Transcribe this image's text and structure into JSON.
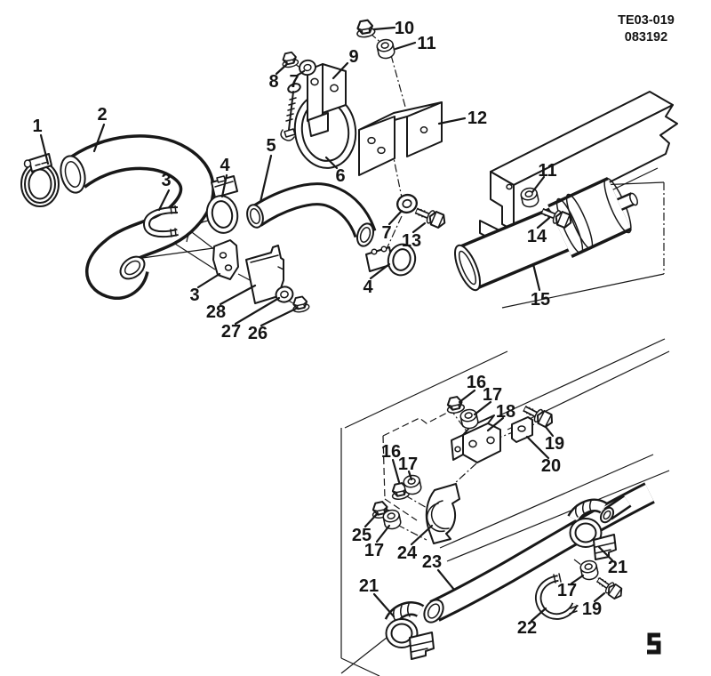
{
  "drawing_code": {
    "line1": "TE03-019",
    "line2": "083192"
  },
  "colors": {
    "line": "#181818",
    "background": "#ffffff"
  },
  "icons": {
    "logo_mark": "stylized-s-logo"
  },
  "callouts": [
    {
      "label": "1"
    },
    {
      "label": "2"
    },
    {
      "label": "3"
    },
    {
      "label": "4"
    },
    {
      "label": "5"
    },
    {
      "label": "6"
    },
    {
      "label": "8"
    },
    {
      "label": "7"
    },
    {
      "label": "9"
    },
    {
      "label": "10"
    },
    {
      "label": "11"
    },
    {
      "label": "12"
    },
    {
      "label": "11"
    },
    {
      "label": "14"
    },
    {
      "label": "15"
    },
    {
      "label": "7"
    },
    {
      "label": "13"
    },
    {
      "label": "4"
    },
    {
      "label": "3"
    },
    {
      "label": "28"
    },
    {
      "label": "27"
    },
    {
      "label": "26"
    },
    {
      "label": "16"
    },
    {
      "label": "17"
    },
    {
      "label": "18"
    },
    {
      "label": "19"
    },
    {
      "label": "20"
    },
    {
      "label": "16"
    },
    {
      "label": "17"
    },
    {
      "label": "25"
    },
    {
      "label": "17"
    },
    {
      "label": "24"
    },
    {
      "label": "23"
    },
    {
      "label": "21"
    },
    {
      "label": "21"
    },
    {
      "label": "17"
    },
    {
      "label": "19"
    },
    {
      "label": "22"
    }
  ]
}
